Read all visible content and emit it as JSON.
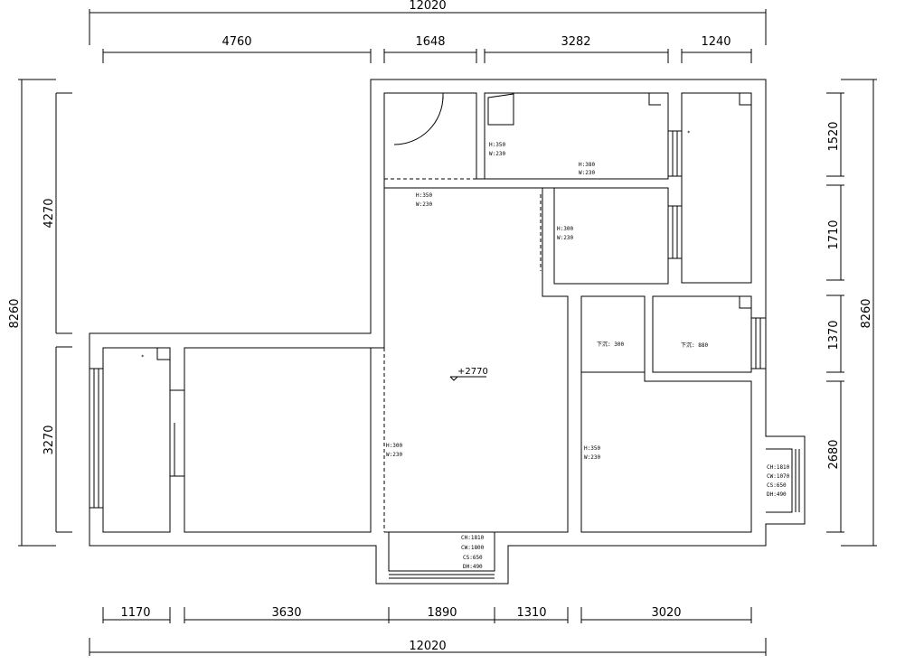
{
  "dimensions": {
    "top_total": "12020",
    "top_segments": [
      "4760",
      "1648",
      "3282",
      "1240"
    ],
    "bottom_total": "12020",
    "bottom_segments": [
      "1170",
      "3630",
      "1890",
      "1310",
      "3020"
    ],
    "left_total": "8260",
    "left_segments": [
      "4270",
      "3270"
    ],
    "right_total": "8260",
    "right_segments": [
      "1520",
      "1710",
      "1370",
      "2680"
    ]
  },
  "level_marker": "+2770",
  "annotations": {
    "kitchen_upper": [
      "H:350",
      "W:230"
    ],
    "hall_upper": [
      "H:380",
      "W:230"
    ],
    "corridor": [
      "H:350",
      "W:230"
    ],
    "room_mid": [
      "H:300",
      "W:230"
    ],
    "living_left": [
      "H:300",
      "W:230"
    ],
    "bedroom_right": [
      "H:350",
      "W:230"
    ],
    "beam_1": "下沉: 300",
    "beam_2": "下沉: 880",
    "window_right": [
      "CH:1810",
      "CW:1070",
      "CS:650",
      "DH:490"
    ],
    "window_bottom": [
      "CH:1810",
      "CW:1800",
      "CS:650",
      "DH:490"
    ]
  }
}
